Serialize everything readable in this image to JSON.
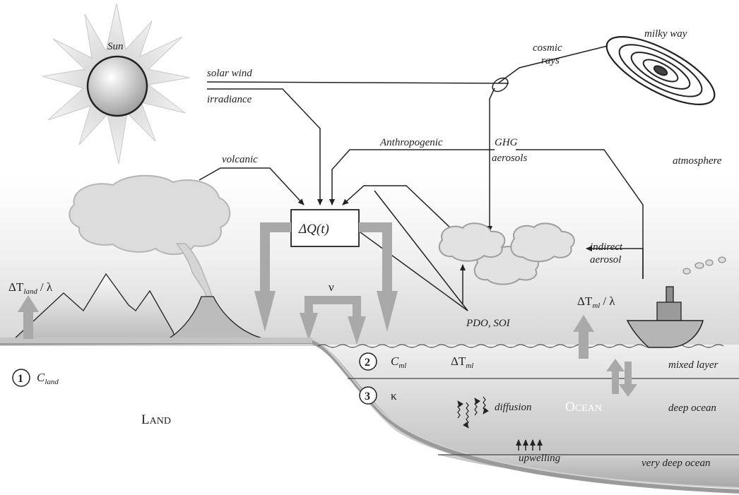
{
  "labels": {
    "sun": "Sun",
    "solar_wind": "solar wind",
    "irradiance": "irradiance",
    "milky_way": "milky way",
    "cosmic_rays_1": "cosmic",
    "cosmic_rays_2": "rays",
    "volcanic": "volcanic",
    "anthropogenic": "Anthropogenic",
    "ghg": "GHG",
    "aerosols": "aerosols",
    "atmosphere": "atmosphere",
    "forcing_prefix": "ΔQ",
    "forcing_t": "(t)",
    "indirect_1": "indirect",
    "indirect_2": "aerosol",
    "pdo_soi": "PDO, SOI",
    "nu": "ν",
    "dT_land_delta": "ΔT",
    "dT_land_sub": "land",
    "dT_land_tail": "/ λ",
    "dT_ml_delta": "ΔT",
    "dT_ml_sub": "ml",
    "dT_ml_tail": "/ λ",
    "c_land": "C",
    "c_land_sub": "land",
    "c_ml": "C",
    "c_ml_sub": "ml",
    "kappa": "κ",
    "dTml_delta": "ΔT",
    "dTml_sub": "ml",
    "diffusion": "diffusion",
    "mixed_layer": "mixed layer",
    "deep_ocean": "deep ocean",
    "very_deep_ocean": "very deep ocean",
    "upwelling": "upwelling",
    "ocean_big": "O",
    "ocean_small": "CEAN",
    "land_big": "L",
    "land_small": "AND",
    "num_1": "1",
    "num_2": "2",
    "num_3": "3"
  }
}
